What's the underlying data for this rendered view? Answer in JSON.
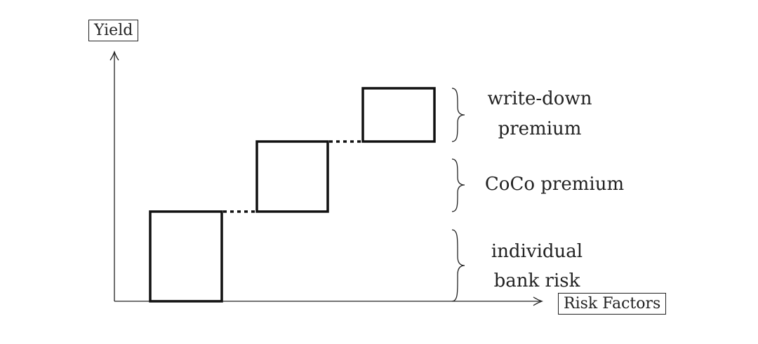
{
  "axes": {
    "y_label": "Yield",
    "x_label": "Risk Factors"
  },
  "braces": [
    {
      "label_lines": [
        "write-down",
        "premium"
      ]
    },
    {
      "label_lines": [
        "CoCo premium"
      ]
    },
    {
      "label_lines": [
        "individual",
        "bank risk"
      ]
    }
  ],
  "steps": 3
}
